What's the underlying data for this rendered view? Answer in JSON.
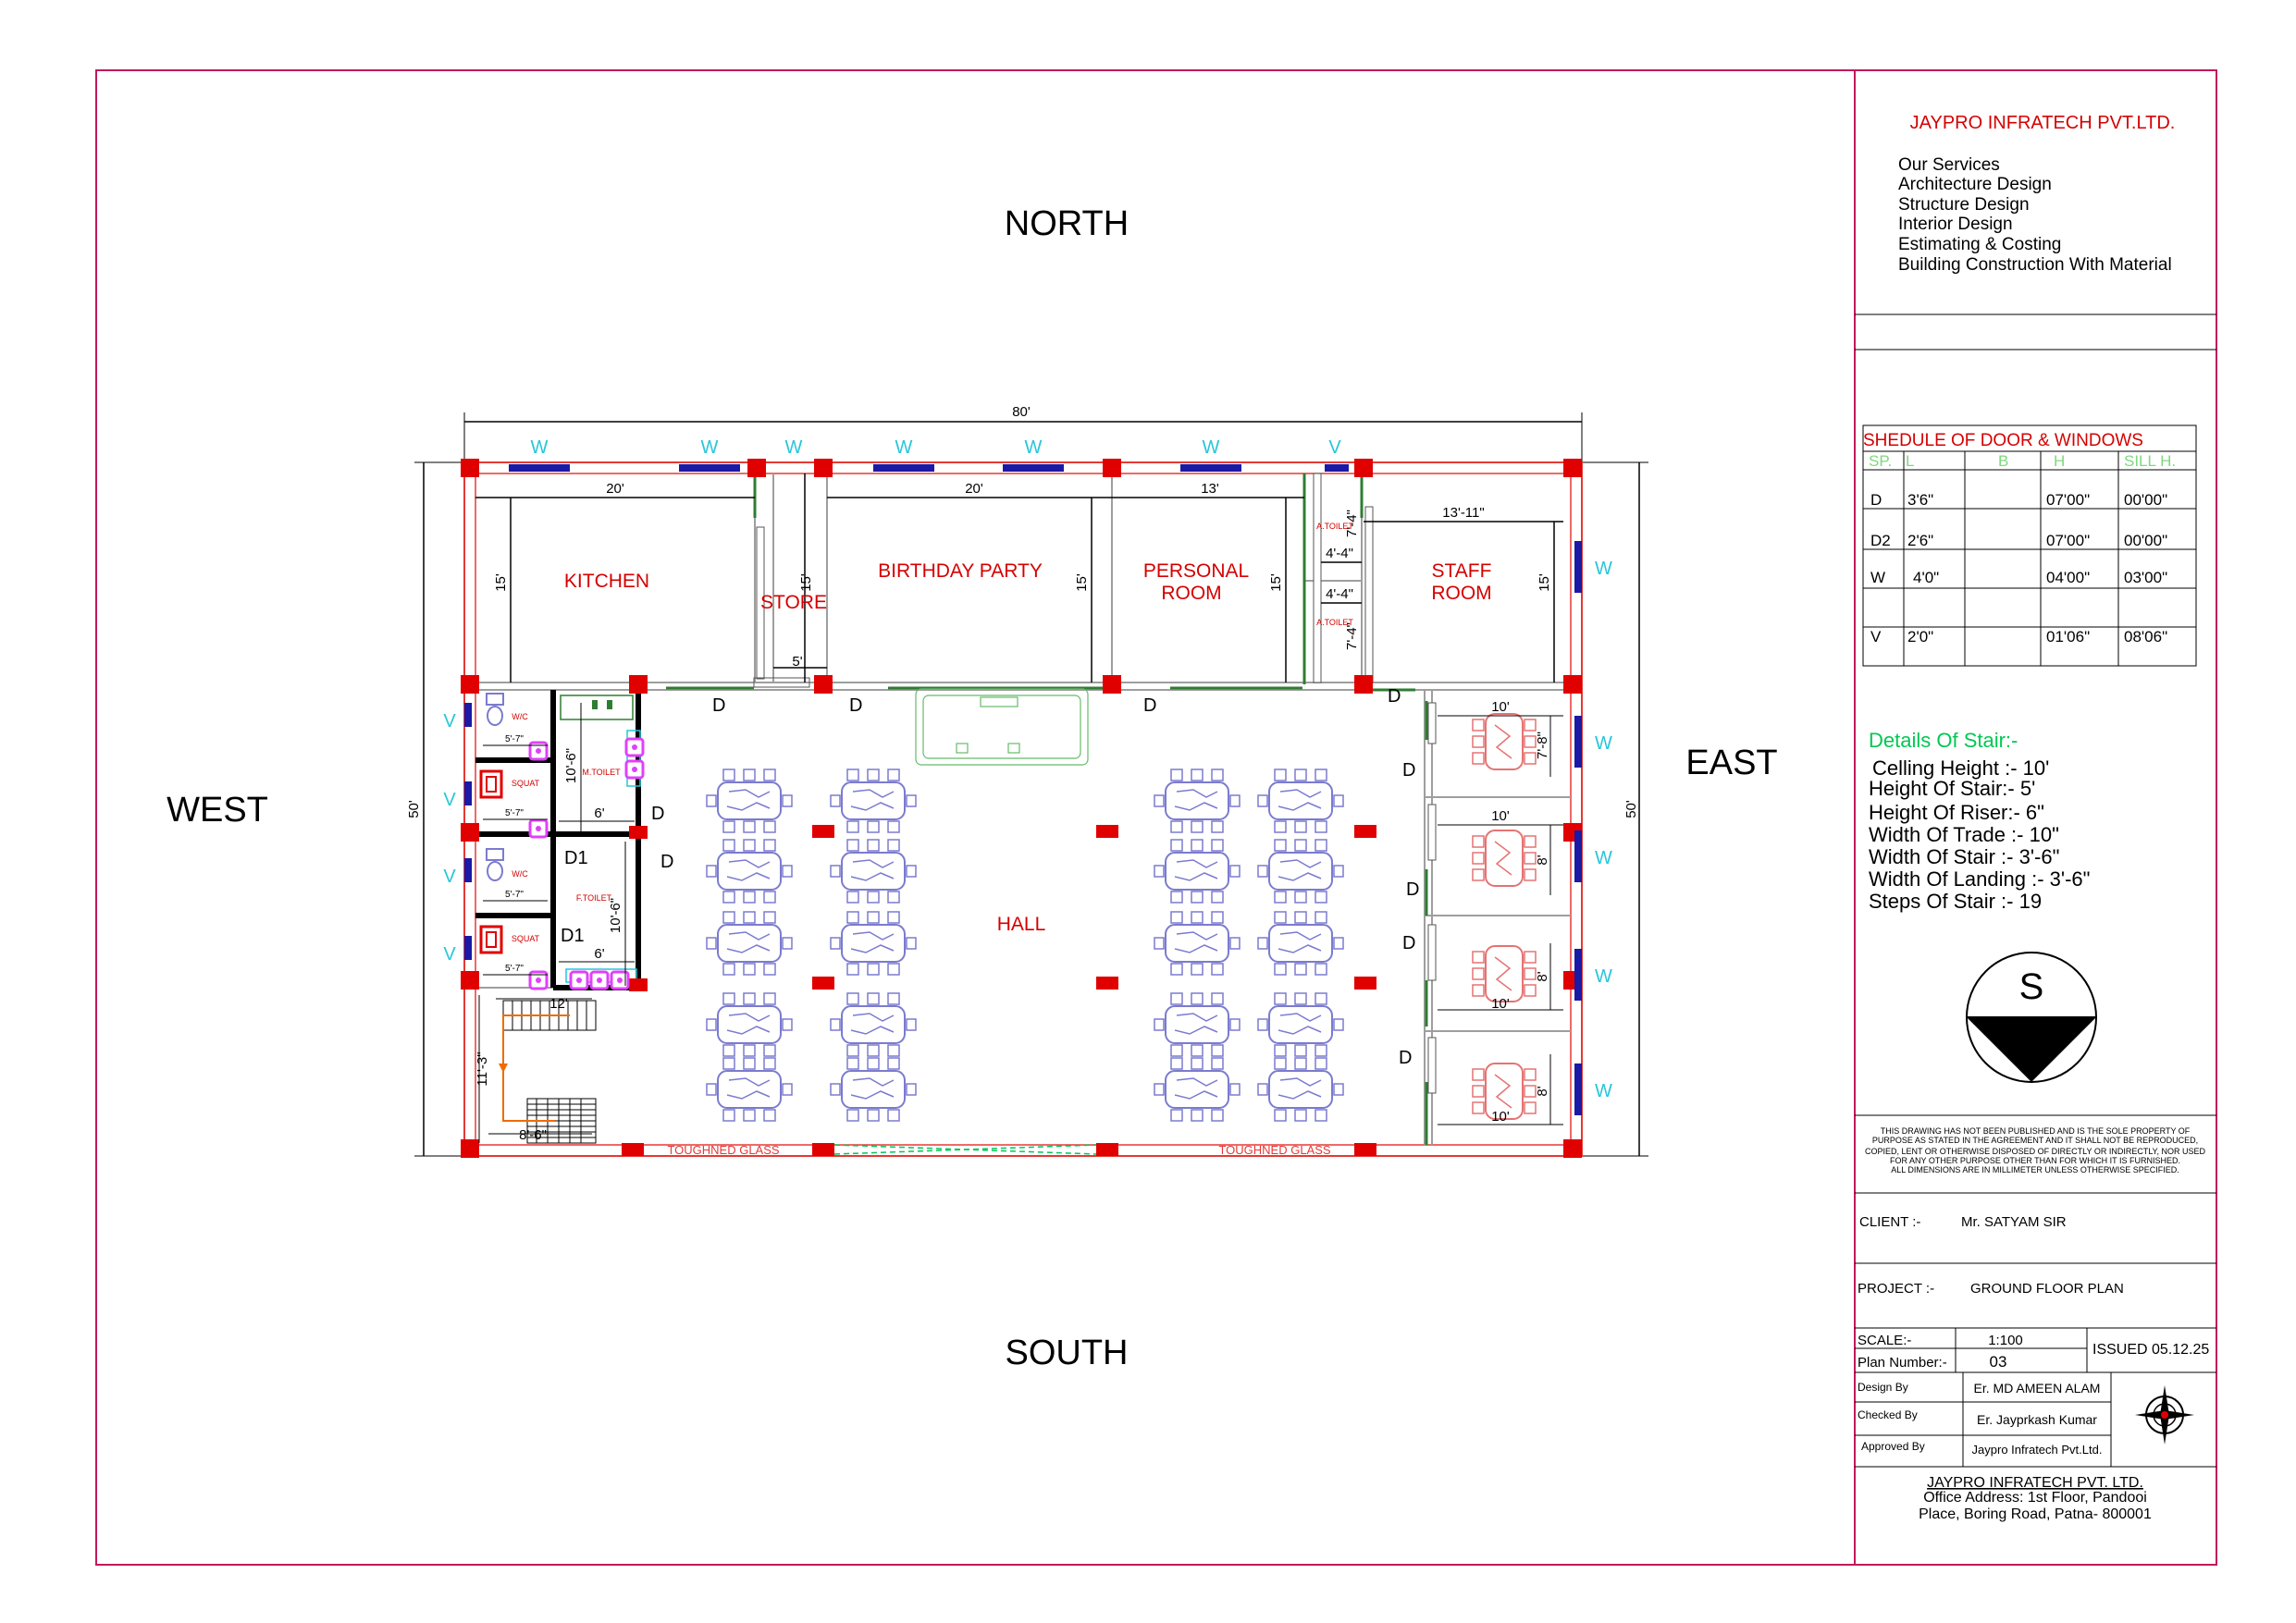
{
  "compass_labels": {
    "north": "NORTH",
    "south": "SOUTH",
    "east": "EAST",
    "west": "WEST"
  },
  "dims": {
    "overall_width": "80'",
    "overall_depth_left": "50'",
    "overall_depth_right": "50'",
    "kitchen_w": "20'",
    "kitchen_h": "15'",
    "store_h": "15'",
    "store_w": "5'",
    "party_w": "20'",
    "party_h": "15'",
    "personal_w": "13'",
    "personal_h": "15'",
    "atoilet_w1": "4'-4\"",
    "atoilet_w2": "4'-4\"",
    "atoilet_h1": "7'-4\"",
    "atoilet_h2": "7'-4\"",
    "staff_w": "13'-11\"",
    "staff_h": "15'",
    "cabin_w1": "10'",
    "cabin_w2": "10'",
    "cabin_w3": "10'",
    "cabin_w4": "10'",
    "cabin_h1": "7'-8\"",
    "cabin_h2": "8'",
    "cabin_h3": "8'",
    "cabin_h4": "8'",
    "mtoilet_h": "10'-6\"",
    "mtoilet_w": "6'",
    "ftoilet_h": "10'-6\"",
    "ftoilet_w": "6'",
    "wc_w": "5'-7\"",
    "squat_w": "5'-7\"",
    "wc2_w": "5'-7\"",
    "squat2_w": "5'-7\"",
    "stair_w": "12'",
    "stair_h": "11'-3\"",
    "stair_bottom": "8'-6\""
  },
  "rooms": {
    "kitchen": "KITCHEN",
    "store": "STORE",
    "party": "BIRTHDAY PARTY",
    "personal1": "PERSONAL",
    "personal2": "ROOM",
    "staff1": "STAFF",
    "staff2": "ROOM",
    "hall": "HALL",
    "atoilet1": "A.TOILET",
    "atoilet2": "A.TOILET",
    "wc1": "W/C",
    "squat1": "SQUAT",
    "mtoilet": "M.TOILET",
    "wc2": "W/C",
    "squat2": "SQUAT",
    "ftoilet": "F.TOILET",
    "glass1": "TOUGHNED GLASS",
    "glass2": "TOUGHNED GLASS"
  },
  "marks": {
    "w": "W",
    "v": "V",
    "d": "D",
    "d1": "D1"
  },
  "titleblock": {
    "company": "JAYPRO INFRATECH PVT.LTD.",
    "services": [
      "Our Services",
      "Architecture Design",
      "Structure Design",
      "Interior Design",
      "Estimating & Costing",
      "Building Construction With Material"
    ],
    "schedule_title": "SHEDULE OF DOOR & WINDOWS",
    "schedule_headers": [
      "SP.",
      "L",
      "B",
      "H",
      "SILL H."
    ],
    "schedule_rows": [
      [
        "D",
        "3'6\"",
        "",
        "07'00\"",
        "00'00\""
      ],
      [
        "D2",
        "2'6\"",
        "",
        "07'00\"",
        "00'00\""
      ],
      [
        "W",
        "4'0\"",
        "",
        "04'00\"",
        "03'00\""
      ],
      [
        "V",
        "2'0\"",
        "",
        "01'06\"",
        "08'06\""
      ]
    ],
    "stair_title": "Details Of Stair:-",
    "stair_details": [
      "Celling Height :- 10'",
      "Height Of Stair:- 5'",
      "Height Of Riser:- 6\"",
      "Width Of Trade :- 10\"",
      "Width Of Stair :- 3'-6\"",
      "Width Of Landing :- 3'-6\"",
      "Steps Of Stair :- 19"
    ],
    "north_symbol": "S",
    "disclaimer": [
      "THIS DRAWING HAS NOT BEEN PUBLISHED AND IS THE SOLE PROPERTY OF",
      "PURPOSE AS STATED IN THE AGREEMENT AND IT SHALL NOT BE REPRODUCED,",
      "COPIED, LENT OR OTHERWISE DISPOSED OF DIRECTLY OR INDIRECTLY, NOR USED",
      "FOR ANY OTHER PURPOSE OTHER THAN FOR WHICH IT IS FURNISHED.",
      "ALL DIMENSIONS ARE IN MILLIMETER UNLESS OTHERWISE SPECIFIED."
    ],
    "client_label": "CLIENT :-",
    "client": "Mr. SATYAM SIR",
    "project_label": "PROJECT :-",
    "project": "GROUND FLOOR PLAN",
    "scale_label": "SCALE:-",
    "scale": "1:100",
    "plan_label": "Plan Number:-",
    "plan": "03",
    "issued": "ISSUED 05.12.25",
    "design_label": "Design By",
    "design": "Er. MD AMEEN ALAM",
    "checked_label": "Checked By",
    "checked": "Er. Jayprkash Kumar",
    "approved_label": "Approved By",
    "approved": "Jaypro Infratech Pvt.Ltd.",
    "footer_company": "JAYPRO INFRATECH PVT. LTD.",
    "footer_addr1": "Office Address: 1st Floor, Pandooi",
    "footer_addr2": "Place, Boring Road, Patna- 800001"
  },
  "colors": {
    "border": "#c2185b",
    "wall": "#e53935",
    "column": "#e00000",
    "dim": "#000000",
    "window": "#1a1aa6",
    "window_label": "#26c6da",
    "room_label": "#d50000",
    "door_green": "#2e7d32",
    "glass_green": "#00c853",
    "furniture": "#7b7bcf",
    "staff_furn": "#e57373",
    "stair_title": "#00c853",
    "sched_header": "#7dd87d",
    "magenta": "#e040fb"
  }
}
